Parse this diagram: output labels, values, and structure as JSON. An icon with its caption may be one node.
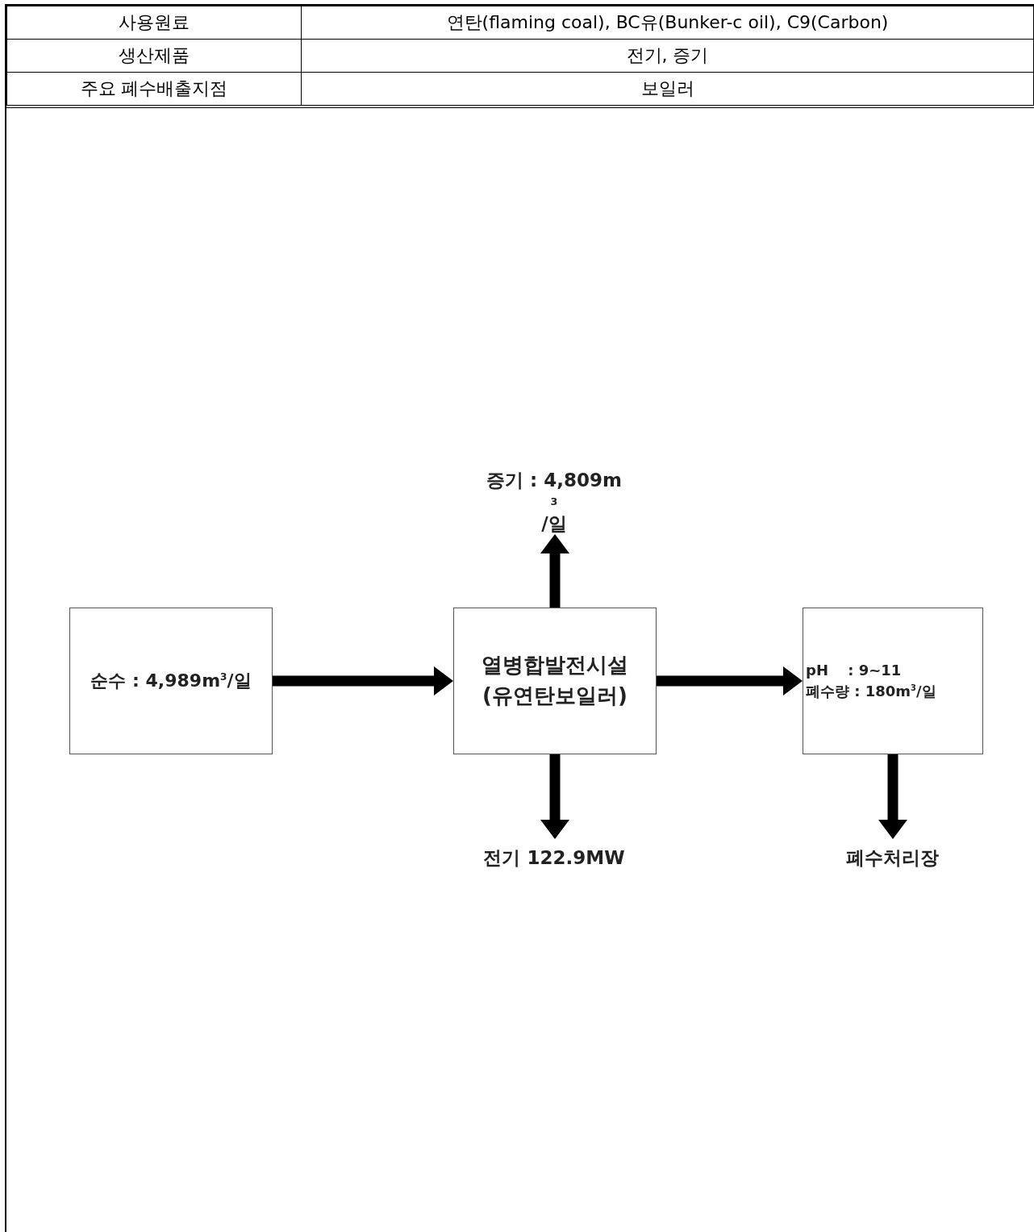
{
  "diagram": {
    "nodes": [
      {
        "text": [
          "순수 : 4,989m$^{3}$/일"
        ]
      },
      {
        "text": [
          "열병합발전시설 (유연탄보일러)"
        ]
      },
      {
        "text": [
          "pH　 : 9~11",
          "폐수량 : 180m$^{3}$/일"
        ]
      },
      {
        "text": [
          "증기 : 4,809m$^{3}$/일"
        ]
      },
      {
        "text": [
          "전기 122.9MW"
        ]
      },
      {
        "text": [
          "폐수처리장"
        ]
      }
    ],
    "edges": [
      {
        "from": 0,
        "to": 1,
        "arrow": "to"
      },
      {
        "from": 1,
        "to": 2,
        "arrow": "to"
      },
      {
        "from": 1,
        "to": 3,
        "arrow": "to"
      },
      {
        "from": 1,
        "to": 4,
        "arrow": "to"
      },
      {
        "from": 2,
        "to": 5,
        "arrow": "to"
      }
    ],
    "labels": [
      "사용원료",
      "연탄(flaming coal), BC유(Bunker-c oil), C9(Carbon)",
      "생산제품",
      "전기, 증기",
      "주요 폐수배출지점",
      "보일러"
    ]
  }
}
